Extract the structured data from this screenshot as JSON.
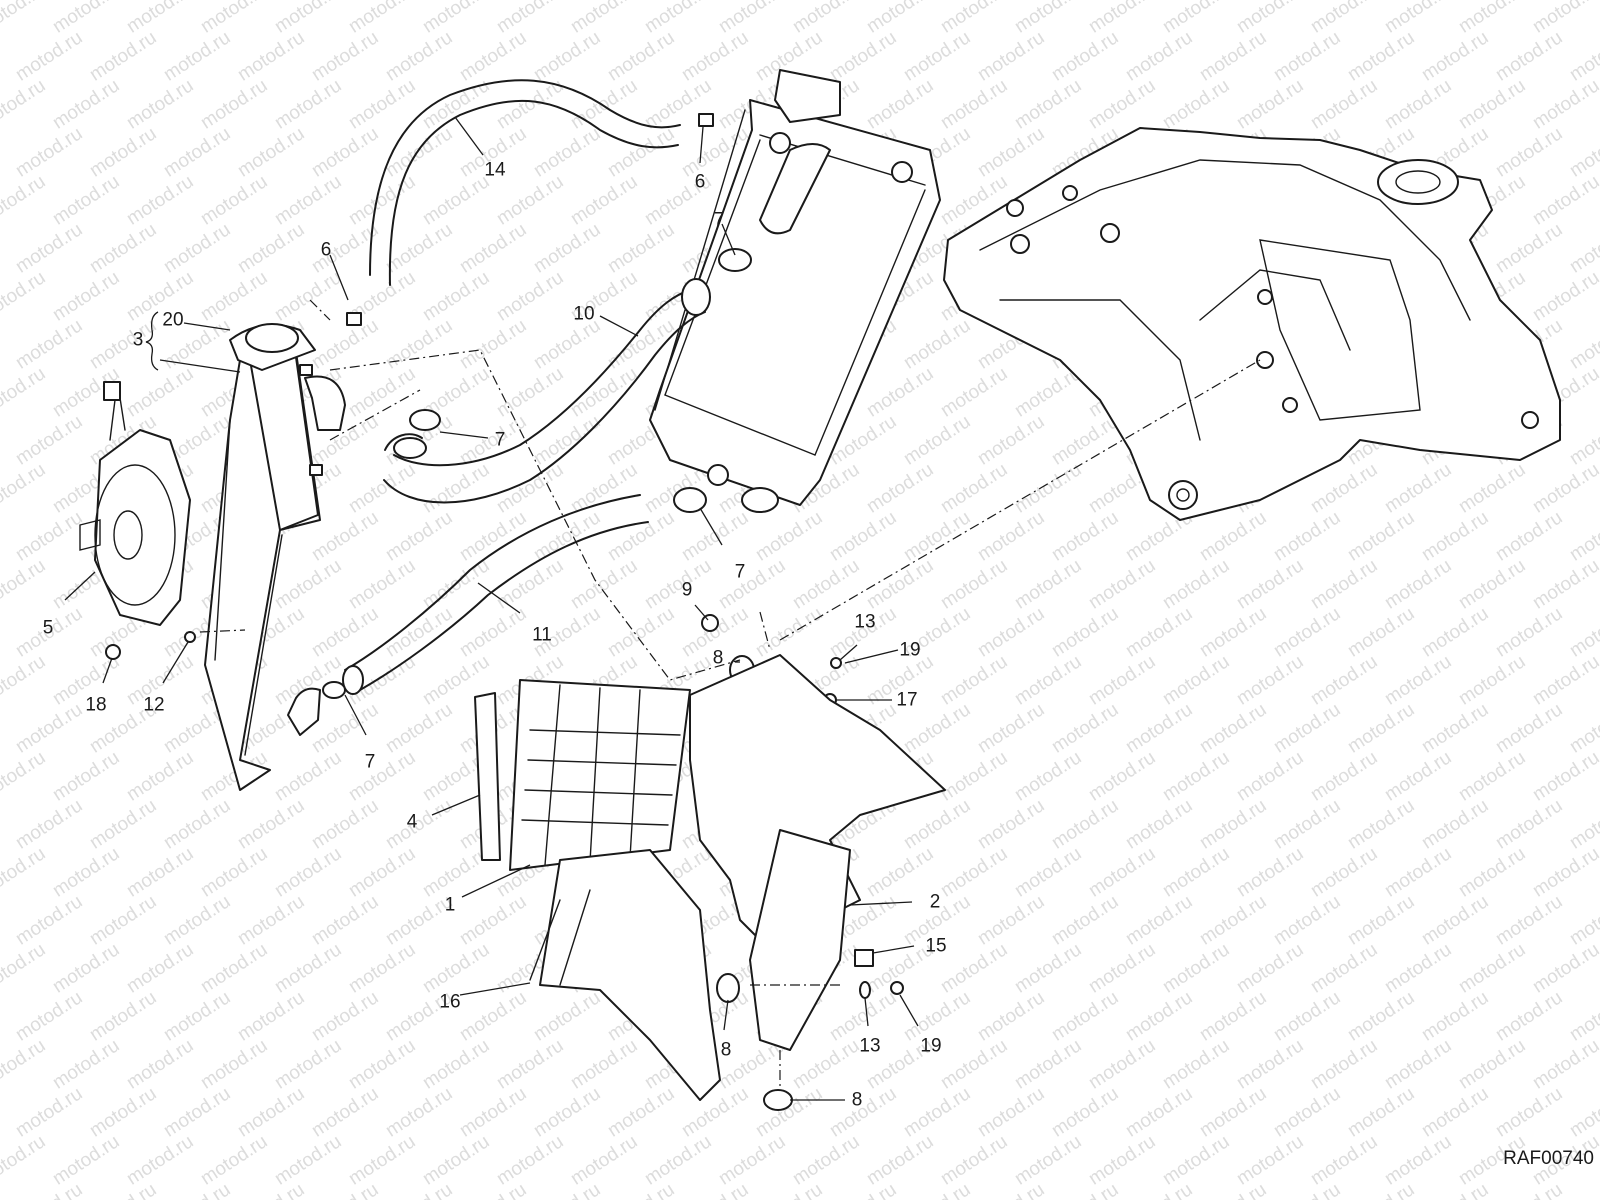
{
  "watermark": "motod.ru",
  "drawing_code": "RAF00740",
  "callouts": [
    {
      "id": "14",
      "text": "14"
    },
    {
      "id": "6a",
      "text": "6"
    },
    {
      "id": "6b",
      "text": "6"
    },
    {
      "id": "7a",
      "text": "7"
    },
    {
      "id": "7b",
      "text": "7"
    },
    {
      "id": "7c",
      "text": "7"
    },
    {
      "id": "7d",
      "text": "7"
    },
    {
      "id": "10",
      "text": "10"
    },
    {
      "id": "11",
      "text": "11"
    },
    {
      "id": "3",
      "text": "3"
    },
    {
      "id": "20",
      "text": "20"
    },
    {
      "id": "5",
      "text": "5"
    },
    {
      "id": "18",
      "text": "18"
    },
    {
      "id": "12",
      "text": "12"
    },
    {
      "id": "9",
      "text": "9"
    },
    {
      "id": "8a",
      "text": "8"
    },
    {
      "id": "8b",
      "text": "8"
    },
    {
      "id": "8c",
      "text": "8"
    },
    {
      "id": "13a",
      "text": "13"
    },
    {
      "id": "13b",
      "text": "13"
    },
    {
      "id": "19a",
      "text": "19"
    },
    {
      "id": "19b",
      "text": "19"
    },
    {
      "id": "17",
      "text": "17"
    },
    {
      "id": "4",
      "text": "4"
    },
    {
      "id": "1",
      "text": "1"
    },
    {
      "id": "2",
      "text": "2"
    },
    {
      "id": "15",
      "text": "15"
    },
    {
      "id": "16",
      "text": "16"
    }
  ]
}
